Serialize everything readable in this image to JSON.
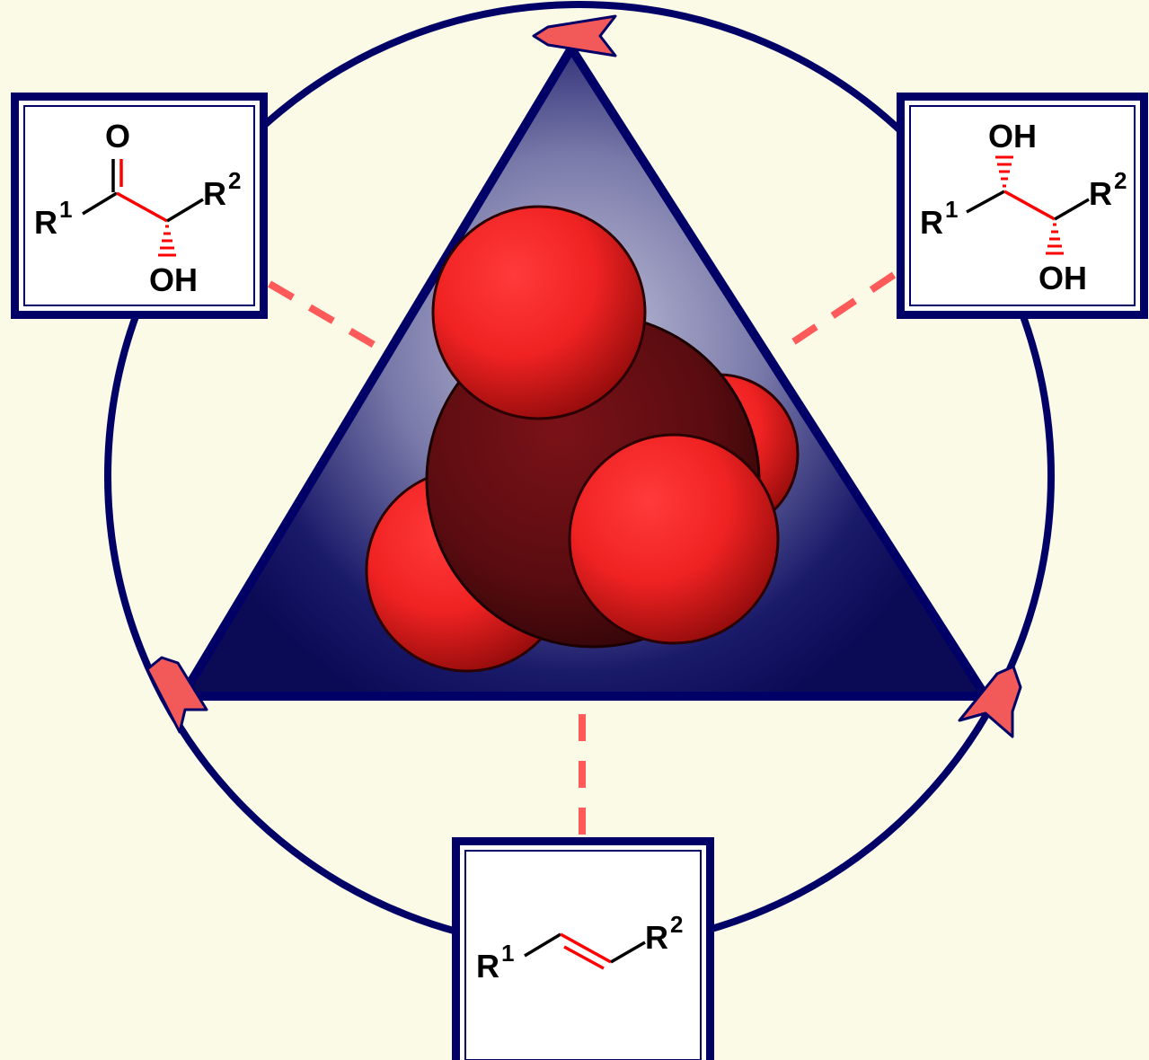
{
  "colors": {
    "background": "#fafae6",
    "navy": "#000066",
    "arrow": "#f25a5a",
    "dash": "#ff5a5a",
    "bond": "#000000",
    "reaction_bond": "#ff0000",
    "oxygen": "#ff2a2a",
    "metal": "#5a0c10"
  },
  "structures": {
    "hydroxyketone": {
      "carbonyl_o": "O",
      "r1": "R",
      "r1_sup": "1",
      "r2": "R",
      "r2_sup": "2",
      "hydroxyl": "OH"
    },
    "diol": {
      "top_hydroxyl": "OH",
      "bottom_hydroxyl": "OH",
      "r1": "R",
      "r1_sup": "1",
      "r2": "R",
      "r2_sup": "2"
    },
    "alkene": {
      "r1": "R",
      "r1_sup": "1",
      "r2": "R",
      "r2_sup": "2"
    }
  },
  "icons": {
    "cycle_arrows": "arrowhead-icon",
    "central_molecule": "tetrahedral-oxo-molecule-icon"
  }
}
